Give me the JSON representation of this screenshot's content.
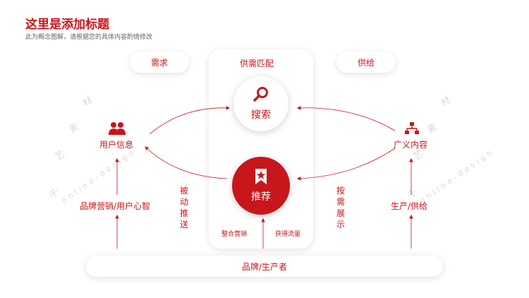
{
  "header": {
    "title": "这里是添加标题",
    "subtitle": "此为概念图解，请根据您的具体内容酌情修改"
  },
  "pills": {
    "demand": "需求",
    "match": "供需匹配",
    "supply": "供给"
  },
  "center": {
    "search": "搜索",
    "recommend": "推荐",
    "integrated_marketing": "整合营销",
    "get_traffic": "获得流量"
  },
  "left": {
    "user_info": "用户信息",
    "brand_marketing": "品牌营销/用户心智",
    "passive_push": [
      "被",
      "动",
      "推",
      "送"
    ]
  },
  "right": {
    "content": "广义内容",
    "production_supply": "生产/供给",
    "on_demand_display": [
      "按",
      "需",
      "展",
      "示"
    ]
  },
  "bottom": {
    "brand_producer": "品牌/生产者"
  },
  "watermark": {
    "left_cn": [
      "千",
      "艺",
      "素",
      "材"
    ],
    "left_en": "online-design",
    "right_cn": [
      "千",
      "艺",
      "素",
      "材"
    ],
    "right_en": "online-design"
  },
  "colors": {
    "accent": "#c8161d",
    "subtitle": "#666666",
    "watermark": "#d9d9d9"
  },
  "icons": [
    "search-icon",
    "users-icon",
    "hierarchy-icon",
    "star-bookmark-icon"
  ]
}
